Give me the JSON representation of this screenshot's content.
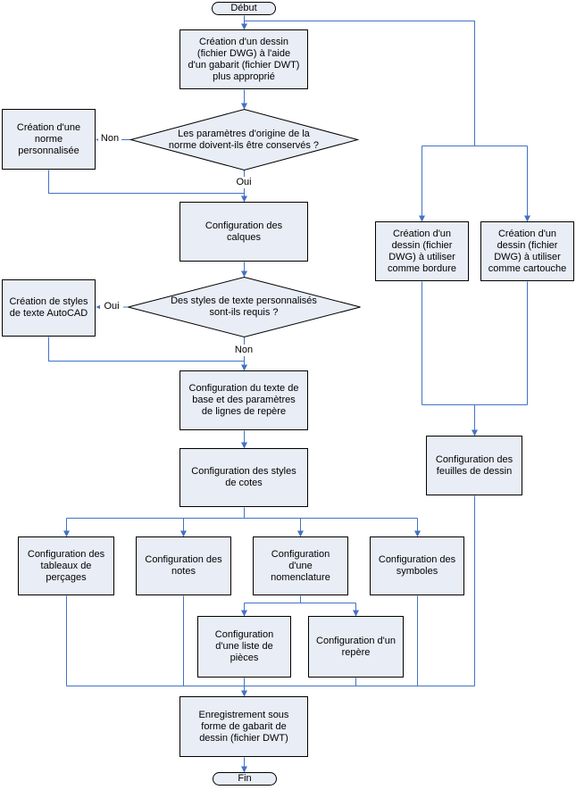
{
  "theme": {
    "line": "#4472C4",
    "fill": "#E9EDF6",
    "stroke": "#000000",
    "bg": "#FFFFFF",
    "text": "#000000"
  },
  "nodes": {
    "start": {
      "type": "terminator",
      "label": "Début"
    },
    "create_drawing": {
      "type": "process",
      "label": "Création d'un dessin\n(fichier DWG) à l'aide\nd'un gabarit (fichier DWT)\nplus approprié"
    },
    "keep_standard_decision": {
      "type": "decision",
      "label": "Les paramètres d'origine de la\nnorme doivent-ils être conservés ?"
    },
    "create_custom_standard": {
      "type": "process",
      "label": "Création d'une\nnorme\npersonnalisée"
    },
    "configure_layers": {
      "type": "process",
      "label": "Configuration des\ncalques"
    },
    "text_styles_decision": {
      "type": "decision",
      "label": "Des styles de texte personnalisés\nsont-ils requis ?"
    },
    "create_text_styles": {
      "type": "process",
      "label": "Création de styles\nde texte AutoCAD"
    },
    "configure_base_text": {
      "type": "process",
      "label": "Configuration du texte de\nbase et des paramètres\nde lignes de repère"
    },
    "configure_dim_styles": {
      "type": "process",
      "label": "Configuration des styles\nde cotes"
    },
    "configure_hole_tables": {
      "type": "process",
      "label": "Configuration des\ntableaux de\nperçages"
    },
    "configure_notes": {
      "type": "process",
      "label": "Configuration des\nnotes"
    },
    "configure_nomenclature": {
      "type": "process",
      "label": "Configuration\nd'une\nnomenclature"
    },
    "configure_symbols": {
      "type": "process",
      "label": "Configuration des\nsymboles"
    },
    "configure_parts_list": {
      "type": "process",
      "label": "Configuration\nd'une liste de\npièces"
    },
    "configure_balloon": {
      "type": "process",
      "label": "Configuration d'un\nrepère"
    },
    "create_border_drawing": {
      "type": "process",
      "label": "Création d'un\ndessin (fichier\nDWG) à utiliser\ncomme bordure"
    },
    "create_titleblock_drawing": {
      "type": "process",
      "label": "Création d'un\ndessin (fichier\nDWG) à utiliser\ncomme cartouche"
    },
    "configure_sheets": {
      "type": "process",
      "label": "Configuration des\nfeuilles de dessin"
    },
    "save_template": {
      "type": "process",
      "label": "Enregistrement sous\nforme de gabarit de\ndessin (fichier DWT)"
    },
    "end": {
      "type": "terminator",
      "label": "Fin"
    }
  },
  "branch_labels": {
    "decision1_no": "Non",
    "decision1_yes": "Oui",
    "decision2_yes": "Oui",
    "decision2_no": "Non"
  }
}
